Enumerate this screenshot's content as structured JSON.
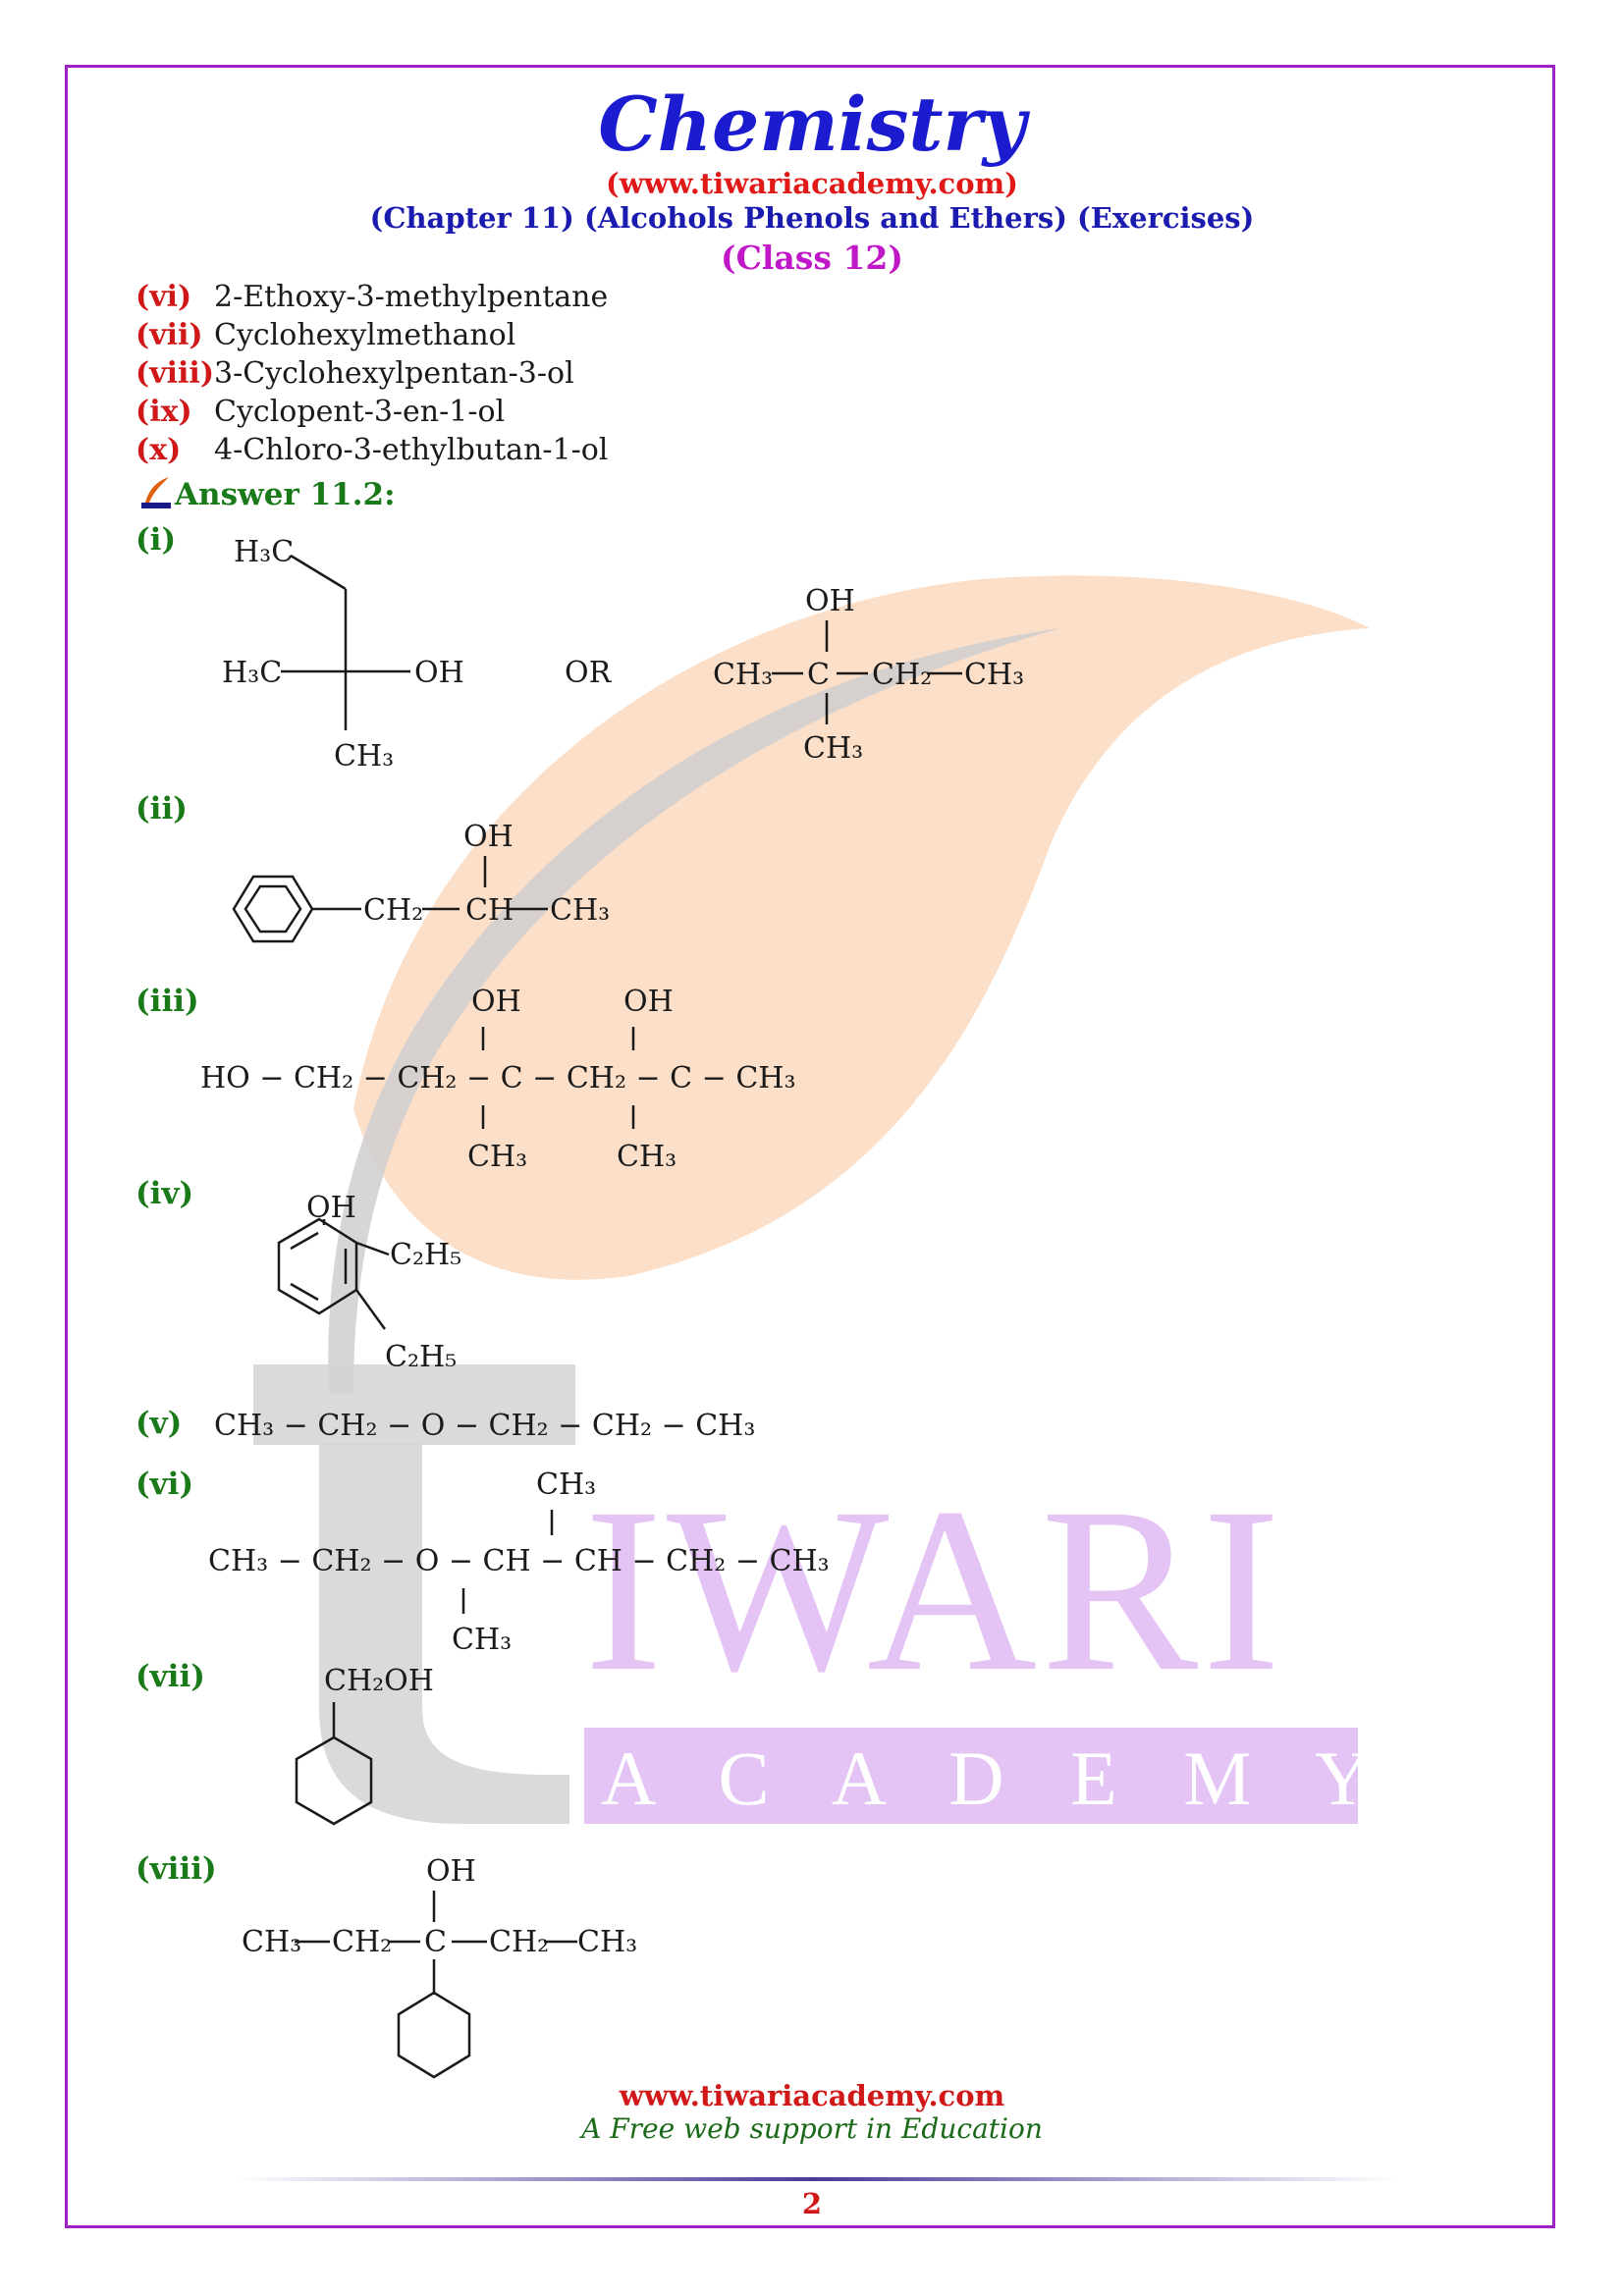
{
  "header": {
    "title": "Chemistry",
    "website": "(www.tiwariacademy.com)",
    "chapter": "(Chapter 11) (Alcohols Phenols and Ethers) (Exercises)",
    "class_label": "(Class 12)"
  },
  "names": [
    {
      "num": "(vi)",
      "text": "2-Ethoxy-3-methylpentane"
    },
    {
      "num": "(vii)",
      "text": "Cyclohexylmethanol"
    },
    {
      "num": "(viii)",
      "text": "3-Cyclohexylpentan-3-ol"
    },
    {
      "num": "(ix)",
      "text": "Cyclopent-3-en-1-ol"
    },
    {
      "num": "(x)",
      "text": "4-Chloro-3-ethylbutan-1-ol"
    }
  ],
  "answer_heading": "Answer 11.2:",
  "parts": [
    "(i)",
    "(ii)",
    "(iii)",
    "(iv)",
    "(v)",
    "(vi)",
    "(vii)",
    "(viii)"
  ],
  "structures": {
    "i": {
      "skeletal": {
        "top": "H₃C",
        "left": "H₃C",
        "right": "OH",
        "bottom": "CH₃"
      },
      "or": "OR",
      "condensed": {
        "oh": "OH",
        "ch3_left": "CH₃",
        "c": "C",
        "ch2": "CH₂",
        "ch3_right": "CH₃",
        "ch3_bottom": "CH₃"
      }
    },
    "ii": {
      "oh": "OH",
      "ch2": "CH₂",
      "ch": "CH",
      "ch3": "CH₃"
    },
    "iii": {
      "oh1": "OH",
      "oh2": "OH",
      "chain": "HO − CH₂ − CH₂ − C − CH₂ − C − CH₃",
      "ch3_1": "CH₃",
      "ch3_2": "CH₃"
    },
    "iv": {
      "oh": "OH",
      "et1": "C₂H₅",
      "et2": "C₂H₅"
    },
    "v": {
      "chain": "CH₃ − CH₂ − O − CH₂ − CH₂ − CH₃"
    },
    "vi": {
      "ch3_top": "CH₃",
      "chain": "CH₃ − CH₂ − O − CH − CH − CH₂ − CH₃",
      "ch3_bottom": "CH₃"
    },
    "vii": {
      "ch2oh": "CH₂OH"
    },
    "viii": {
      "oh": "OH",
      "ch3_left": "CH₃",
      "ch2_left": "CH₂",
      "c": "C",
      "ch2_right": "CH₂",
      "ch3_right": "CH₃"
    }
  },
  "watermark": {
    "word1": "IWARI",
    "word2": "A C A D E M Y"
  },
  "footer": {
    "website": "www.tiwariacademy.com",
    "tagline": "A Free web support in Education",
    "page": "2"
  },
  "colors": {
    "border": "#a020c8",
    "title": "#1b1bd0",
    "red": "#d01818",
    "green": "#1a7a1a",
    "leaf": "#fbd9be",
    "watermark_purple": "#e4c4f4"
  }
}
